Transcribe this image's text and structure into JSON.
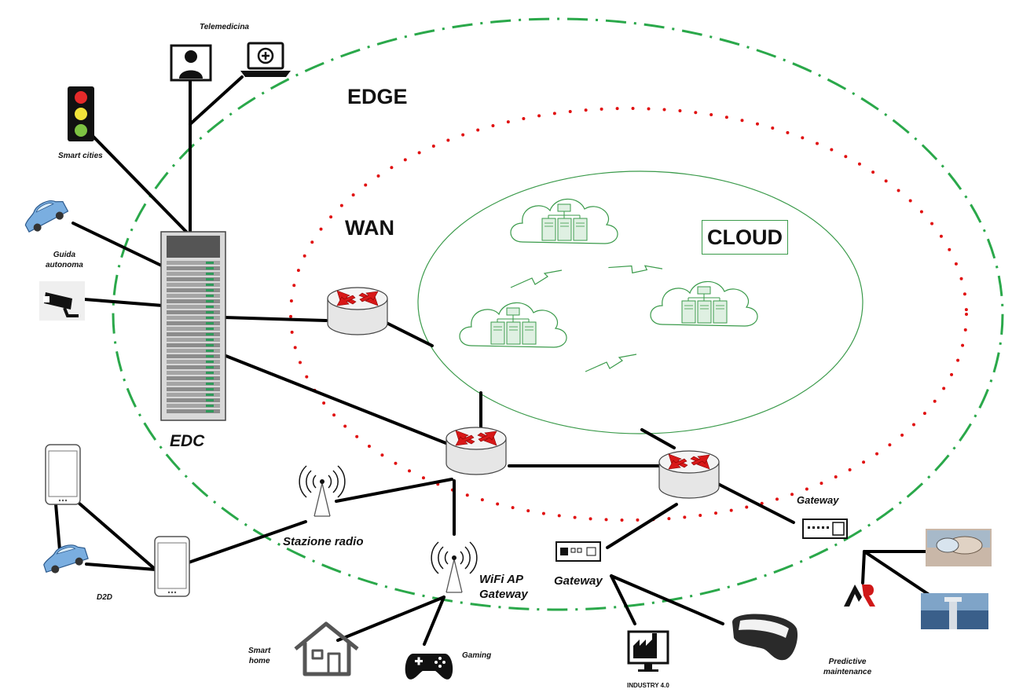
{
  "zones": {
    "edge": "EDGE",
    "wan": "WAN",
    "cloud": "CLOUD"
  },
  "nodes": {
    "edc": "EDC",
    "telemedicina": "Telemedicina",
    "smart_cities": "Smart cities",
    "guida_autonoma": "Guida\nautonoma",
    "stazione_radio": "Stazione radio",
    "wifi_ap": "WiFi AP\nGateway",
    "gateway_left": "Gateway",
    "gateway_right": "Gateway",
    "d2d": "D2D",
    "smart_home": "Smart\nhome",
    "gaming": "Gaming",
    "industry": "INDUSTRY 4.0",
    "predictive": "Predictive\nmaintenance"
  },
  "colors": {
    "edge_ring": "#2aa84a",
    "wan_ring": "#e01010",
    "cloud_ring": "#3a9a4a",
    "router_arrow": "#d81818",
    "links": "#000000"
  },
  "icons": [
    "traffic-light-icon",
    "doctor-icon",
    "laptop-medical-icon",
    "car-icon",
    "cctv-camera-icon",
    "server-rack-icon",
    "router-icon",
    "cloud-datacenter-icon",
    "lightning-link-icon",
    "radio-tower-icon",
    "smartphone-icon",
    "house-icon",
    "gamepad-icon",
    "factory-monitor-icon",
    "vr-headset-icon",
    "ar-logo-icon",
    "photo-icon"
  ]
}
